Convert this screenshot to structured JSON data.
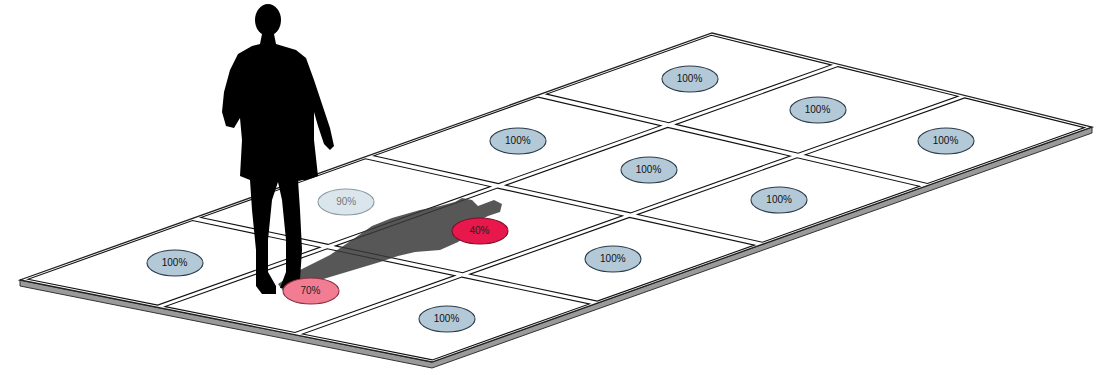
{
  "diagram": {
    "nodes": [
      {
        "text": [
          "100%"
        ]
      },
      {
        "text": [
          "100%"
        ]
      },
      {
        "text": [
          "100%"
        ]
      },
      {
        "text": [
          "100%"
        ]
      },
      {
        "text": [
          "100%"
        ]
      },
      {
        "text": [
          "90%"
        ]
      },
      {
        "text": [
          "100%"
        ]
      },
      {
        "text": [
          "40%"
        ]
      },
      {
        "text": [
          "100%"
        ]
      },
      {
        "text": [
          "100%"
        ]
      },
      {
        "text": [
          "70%"
        ]
      },
      {
        "text": [
          "100%"
        ]
      }
    ]
  }
}
